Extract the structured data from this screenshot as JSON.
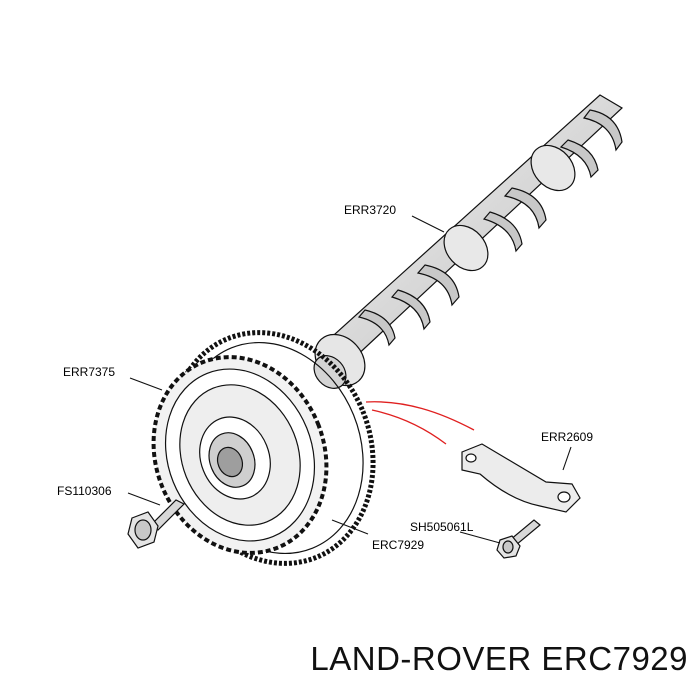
{
  "labels": {
    "camshaft": "ERR3720",
    "sprocket": "ERR7375",
    "bolt_large": "FS110306",
    "bracket": "ERR2609",
    "bolt_small": "SH505061L",
    "chain": "ERC7929"
  },
  "footer": {
    "text": "LAND-ROVER ERC7929"
  },
  "colors": {
    "highlight": "#e02020",
    "line": "#000000"
  }
}
